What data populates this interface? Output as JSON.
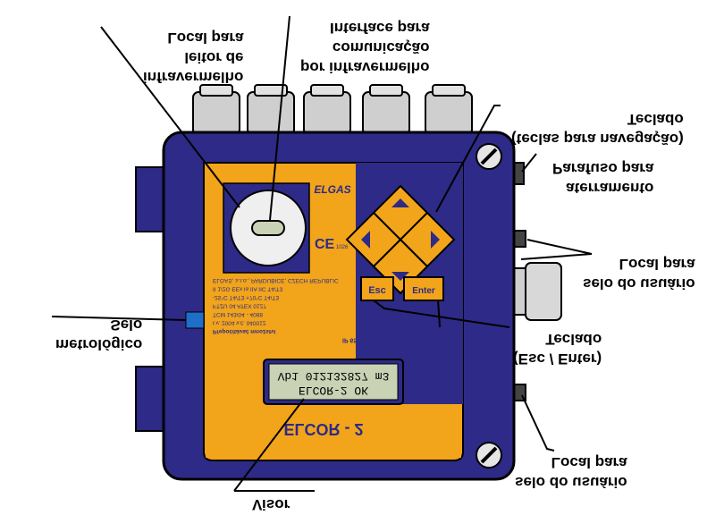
{
  "labels": {
    "infrared_reader": [
      "Local para",
      "leitor de",
      "infravermelho"
    ],
    "infrared_interface": [
      "Interface para",
      "comunicação",
      "por infravermelho"
    ],
    "keypad_nav": [
      "Teclado",
      "(teclas para navegação)"
    ],
    "ground_screw": [
      "Parafuso para",
      "aterramento"
    ],
    "user_seal_top": [
      "Local para",
      "selo do usuário"
    ],
    "keypad_esc_enter": [
      "Teclado",
      "(Esc / Enter)"
    ],
    "user_seal_bottom": [
      "Local para",
      "selo do usuário"
    ],
    "metrology_seal": [
      "Selo",
      "metrológico"
    ],
    "display": [
      "Visor"
    ]
  },
  "device": {
    "brand": "ELGAS",
    "model": "ELCOR - 2",
    "display_line1": "ELCOR-2        OK",
    "display_line2": "Vb1  012132827 m3",
    "esc_key": "Esc",
    "enter_key": "Enter",
    "ce_mark": "CE",
    "ce_number": "1026",
    "plate_lines": [
      "ELGAS, s.r.o., PARDUBICE, CZECH REPUBLIC",
      "II 1/2G  EEx ia IIA IIC T4/T3",
      "-25°C  T4/T3  +70°C  T4/T3",
      "FTZU 04 ATEX 0127",
      "TCM 143/04 - 4088",
      "r.v. 2004     v.č. 040012",
      "Přepočítávač množství",
      "IP 65"
    ]
  },
  "colors": {
    "enclosure": "#2e2a87",
    "front_panel": "#f2a51a",
    "seal_marker": "#1f6fc9",
    "display": "#c9d2b5",
    "gland": "#cfcfcf"
  }
}
